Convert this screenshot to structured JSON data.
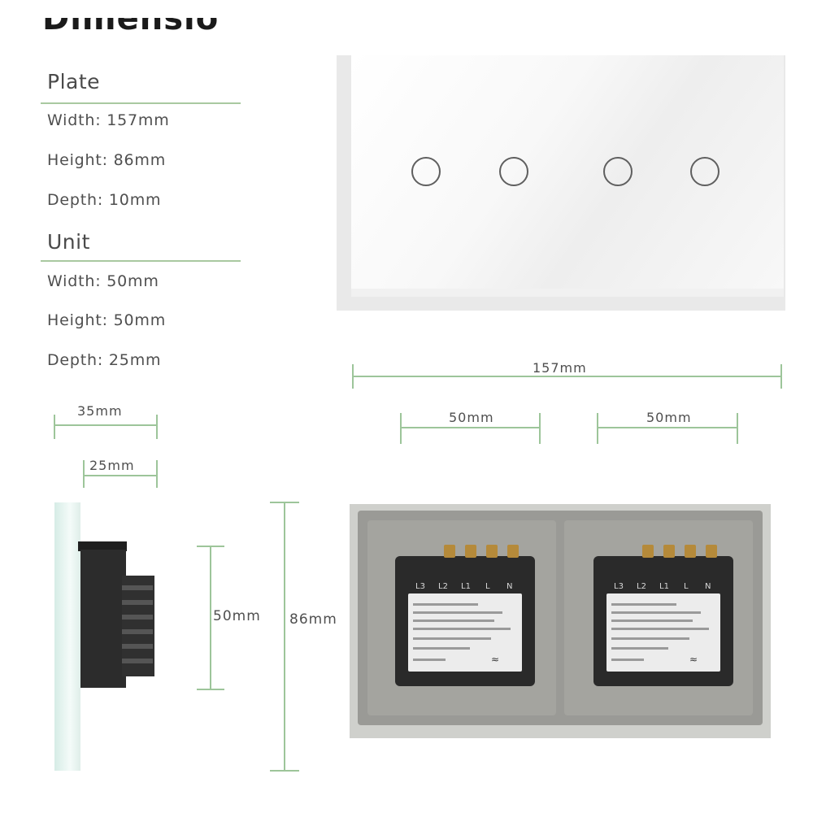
{
  "heading": "Dimensions",
  "plate": {
    "title": "Plate",
    "width": "Width: 157mm",
    "height": "Height: 86mm",
    "depth": "Depth: 10mm"
  },
  "unit": {
    "title": "Unit",
    "width": "Width: 50mm",
    "height": "Height: 50mm",
    "depth": "Depth: 25mm"
  },
  "dims": {
    "total_width": "157mm",
    "unit_width_left": "50mm",
    "unit_width_right": "50mm",
    "side_depth": "35mm",
    "side_unit_depth": "25mm",
    "unit_height": "50mm",
    "plate_height": "86mm"
  },
  "module": {
    "terminals": [
      "L3",
      "L2",
      "L1",
      "L",
      "N"
    ]
  },
  "colors": {
    "dimension_line": "#9dc59a",
    "text": "#4f4f4f",
    "terminal": "#b58a3a"
  }
}
